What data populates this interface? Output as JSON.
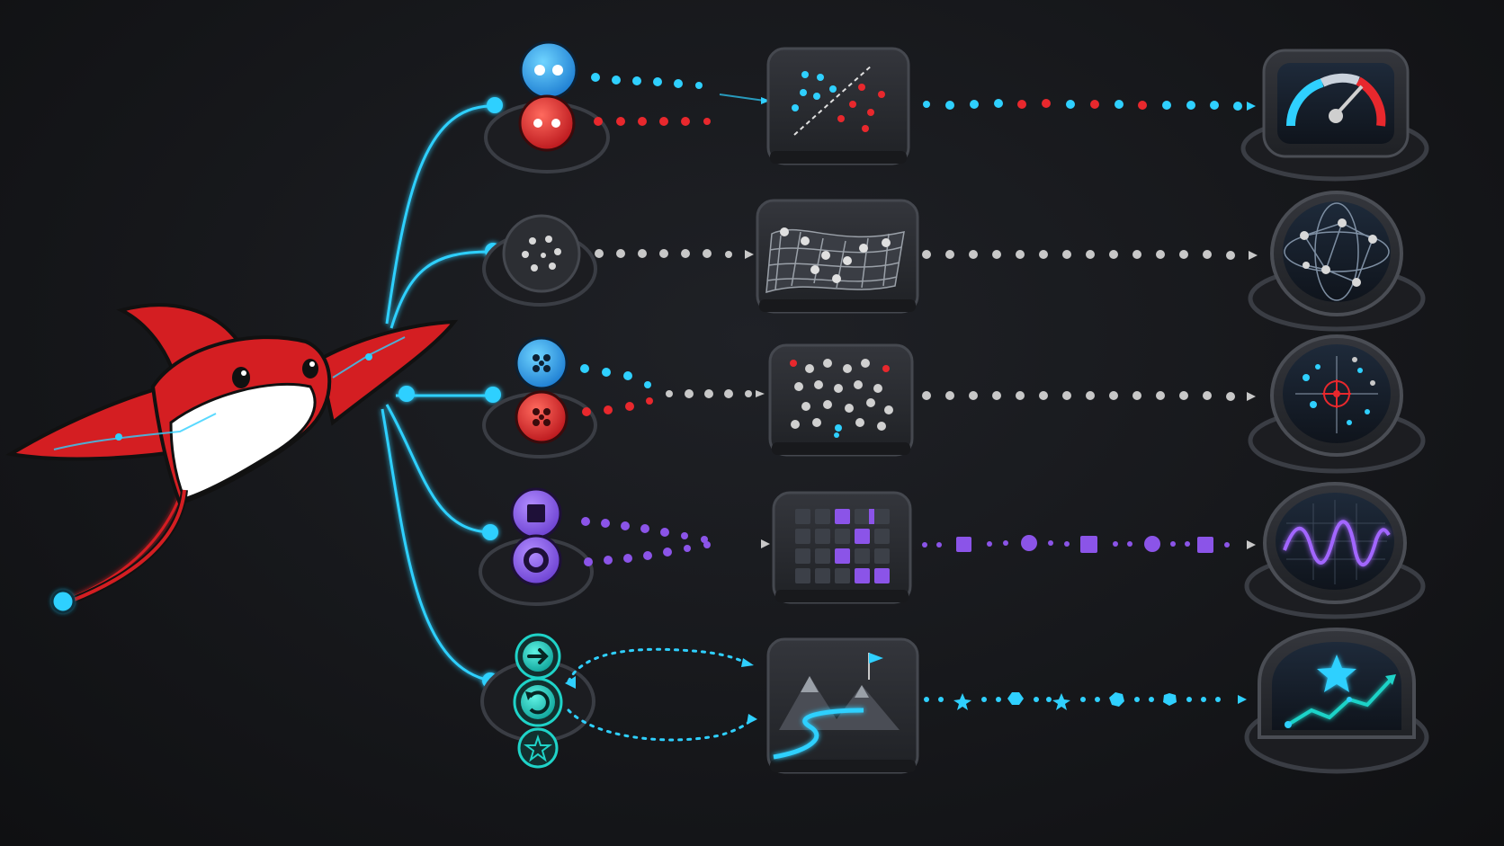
{
  "colors": {
    "background": "#17181b",
    "panel": "#2a2c31",
    "panel_edge": "#3a3d44",
    "cyan": "#2fd0ff",
    "red": "#e8282d",
    "purple": "#8b54e8",
    "teal": "#1fd3c8",
    "grey_dot": "#c8c8c8"
  },
  "mascot": {
    "kind": "manta-ray",
    "body_color": "#d41e22",
    "belly_color": "#ffffff"
  },
  "rows": [
    {
      "id": "row-1",
      "input": "paired-blue-red-buttons",
      "process": "scatter-with-diagonal-icon",
      "output": "gauge-icon",
      "accent": "red-cyan"
    },
    {
      "id": "row-2",
      "input": "dot-cluster-button",
      "process": "mesh-surface-icon",
      "output": "network-globe-icon",
      "accent": "grey"
    },
    {
      "id": "row-3",
      "input": "paired-blue-red-buttons",
      "process": "dot-grid-icon",
      "output": "crosshair-radar-icon",
      "accent": "grey"
    },
    {
      "id": "row-4",
      "input": "purple-square-circle-buttons",
      "process": "matrix-grid-icon",
      "output": "waveform-icon",
      "accent": "purple"
    },
    {
      "id": "row-5",
      "input": "teal-arrow-cycle-star-buttons",
      "process": "mountain-path-icon",
      "output": "star-trend-icon",
      "accent": "teal"
    }
  ]
}
